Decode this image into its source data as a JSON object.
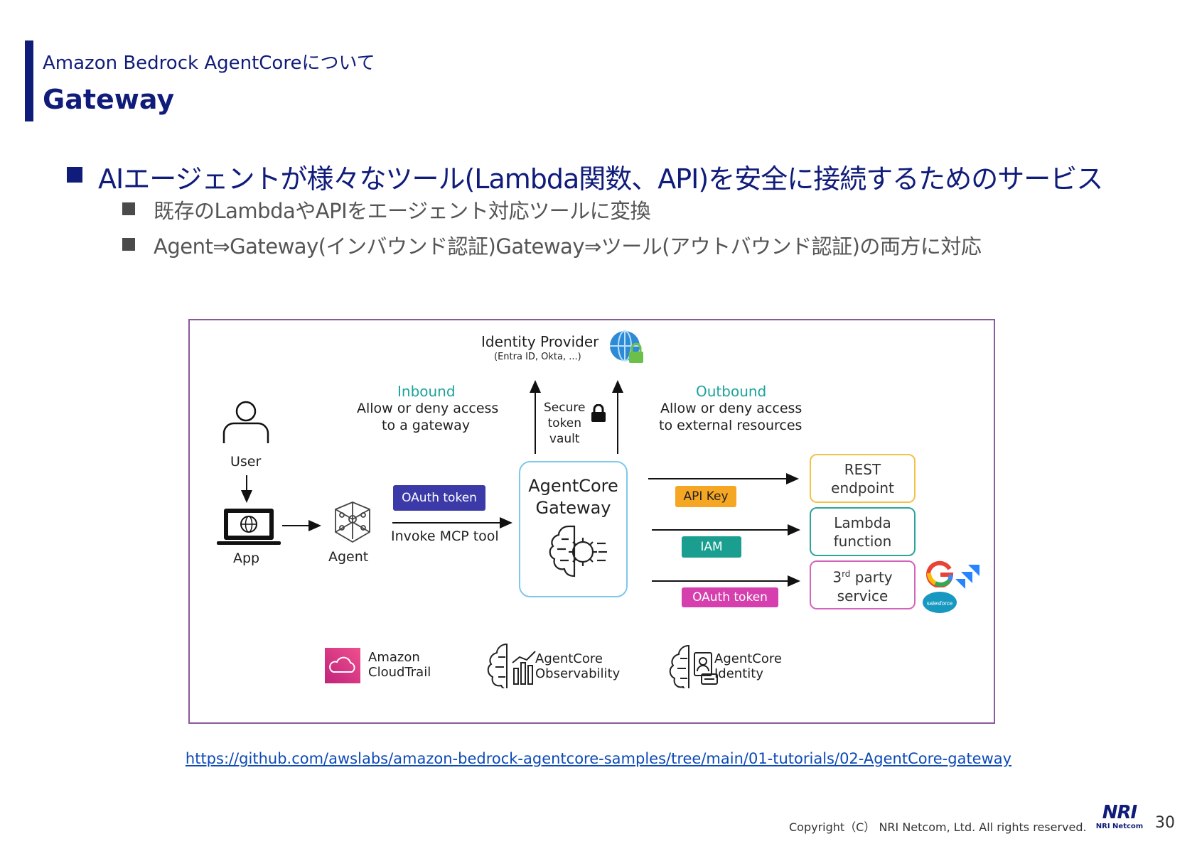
{
  "header": {
    "subtitle": "Amazon Bedrock AgentCoreについて",
    "title": "Gateway"
  },
  "bullets": {
    "main": "AIエージェントが様々なツール(Lambda関数、API)を安全に接続するためのサービス",
    "sub": [
      "既存のLambdaやAPIをエージェント対応ツールに変換",
      "Agent⇒Gateway(インバウンド認証)Gateway⇒ツール(アウトバウンド認証)の両方に対応"
    ]
  },
  "diagram": {
    "identity_provider": {
      "title": "Identity Provider",
      "sub": "(Entra ID, Okta, ...)"
    },
    "inbound": {
      "title": "Inbound",
      "line1": "Allow or deny access",
      "line2": "to a gateway"
    },
    "vault": {
      "line1": "Secure",
      "line2": "token",
      "line3": "vault"
    },
    "outbound": {
      "title": "Outbound",
      "line1": "Allow or deny access",
      "line2": "to external resources"
    },
    "user_label": "User",
    "app_label": "App",
    "agent_label": "Agent",
    "oauth_in": "OAuth token",
    "invoke": "Invoke MCP tool",
    "gateway": {
      "line1": "AgentCore",
      "line2": "Gateway"
    },
    "api_key": "API Key",
    "iam": "IAM",
    "oauth_out": "OAuth token",
    "targets": {
      "rest": {
        "line1": "REST",
        "line2": "endpoint"
      },
      "lambda": {
        "line1": "Lambda",
        "line2": "function"
      },
      "third": {
        "num": "3",
        "sup": "rd",
        "rest": " party",
        "line2": "service"
      }
    },
    "salesforce_text": "salesforce",
    "services": [
      {
        "line1": "Amazon",
        "line2": "CloudTrail"
      },
      {
        "line1": "AgentCore",
        "line2": "Observability"
      },
      {
        "line1": "AgentCore",
        "line2": "Identity"
      }
    ],
    "colors": {
      "border": "#8a5a9a",
      "teal": "#1aa39a",
      "oauth_in": "#3b3aa8",
      "api_key": "#f5a623",
      "iam": "#1a9e8f",
      "oauth_out": "#d63fae",
      "gateway_border": "#7ec8ea",
      "rest_border": "#f2c24a",
      "lambda_border": "#2aa59b",
      "third_border": "#d365b9"
    }
  },
  "footer": {
    "link": "https://github.com/awslabs/amazon-bedrock-agentcore-samples/tree/main/01-tutorials/02-AgentCore-gateway",
    "copyright": "Copyright（C） NRI Netcom, Ltd. All rights reserved.",
    "logo_big": "NRI",
    "logo_small": "NRI Netcom",
    "page": "30"
  }
}
